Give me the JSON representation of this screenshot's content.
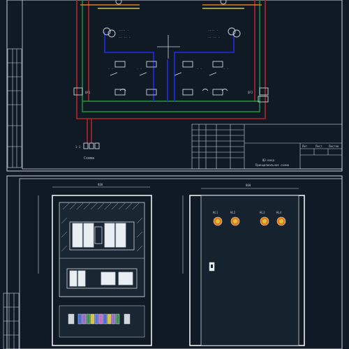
{
  "drawing": {
    "background": "#0f1a25",
    "line_color": "#cfd6dc",
    "red_wire": "#b32424",
    "blue_wire": "#1f2bd0",
    "green_wire": "#1e9a3a",
    "orange_accent": "#e07a1a",
    "yellow_accent": "#d9c43a"
  },
  "schematic": {
    "bottom_label": "Схема",
    "left_terminal": "QF1",
    "right_terminal": "QF2",
    "cable_mark": "1-1",
    "icon": "crosshair-icon"
  },
  "title_block": {
    "doc_title": "ЩЗ-ввод",
    "doc_subtitle": "Принципиальная схема",
    "sheet_col_1": "Лит",
    "sheet_col_2": "Лист",
    "sheet_col_3": "Листов"
  },
  "layout_view": {
    "dimension_left": "800",
    "dimension_right": "800",
    "indicator_1": "HL1",
    "indicator_2": "HL2",
    "indicator_3": "HL3",
    "indicator_4": "HL4"
  }
}
